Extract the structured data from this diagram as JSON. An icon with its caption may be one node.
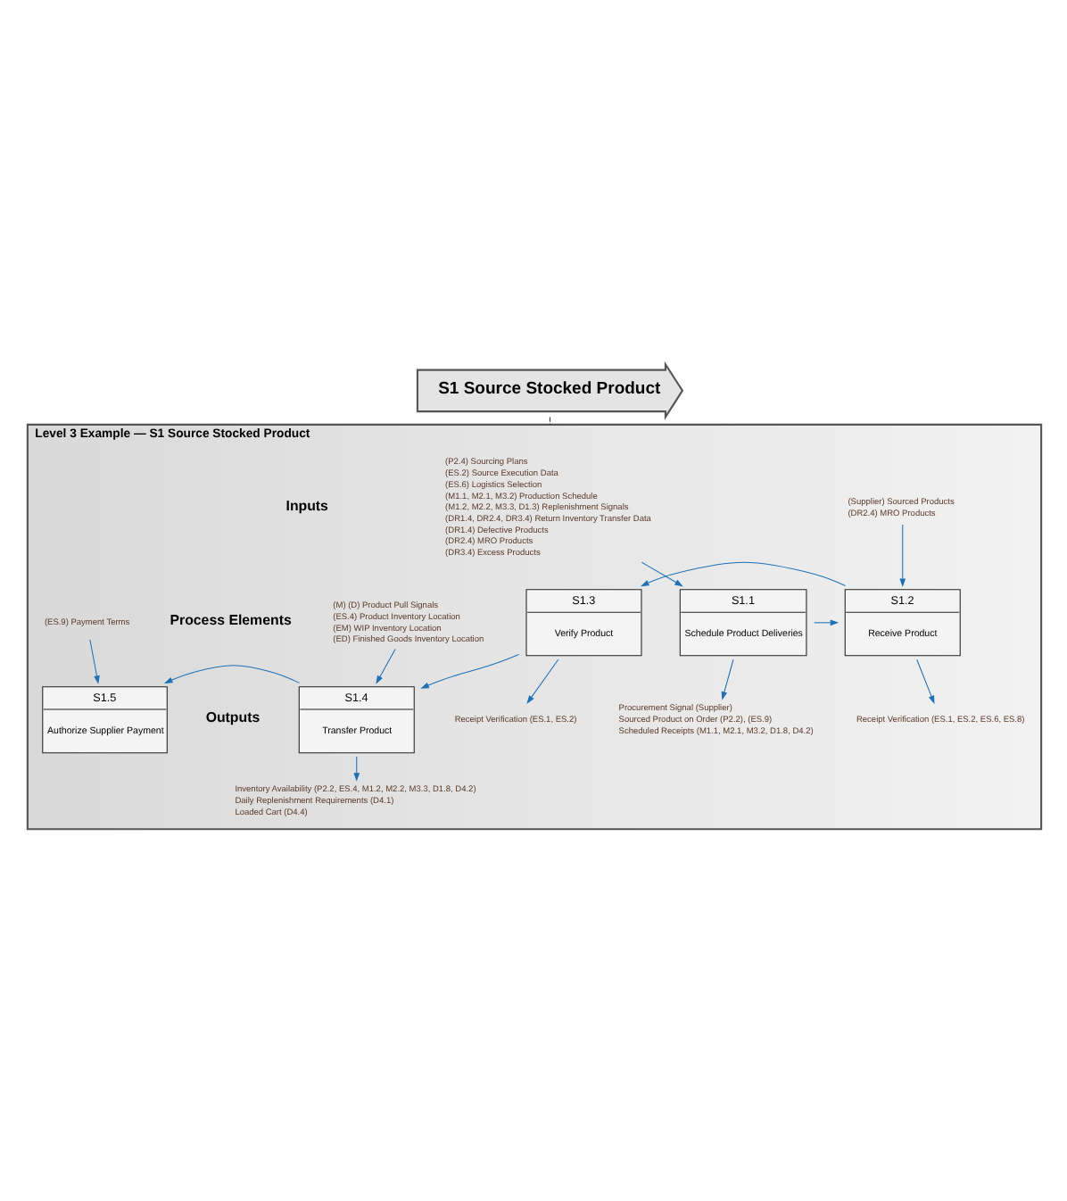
{
  "diagram": {
    "nodes": [
      {
        "text": [
          "S1 Source Stocked Product"
        ]
      },
      {
        "text": [
          "Level 3 Example — S1 Source Stocked Product"
        ]
      },
      {
        "text": [
          "(P2.4) Sourcing Plans",
          "(ES.2) Source Execution Data",
          "(ES.6) Logistics Selection",
          "(M1.1, M2.1, M3.2) Production Schedule",
          "(M1.2, M2.2, M3.3, D1.3) Replenishment Signals",
          "(DR1.4, DR2.4, DR3.4) Return Inventory Transfer Data",
          "(DR1.4) Defective Products",
          "(DR2.4) MRO Products",
          "(DR3.4) Excess Products"
        ],
        "in": 1
      },
      {
        "text": [
          "(Supplier) Sourced Products",
          "(DR2.4) MRO Products"
        ],
        "in": 1
      },
      {
        "text": [
          "S1.1",
          "Schedule Product Deliveries"
        ],
        "in": 1
      },
      {
        "text": [
          "S1.2",
          "Receive Product"
        ],
        "in": 1
      },
      {
        "text": [
          "S1.3",
          "Verify Product"
        ],
        "in": 1
      },
      {
        "text": [
          "Procurement Signal (Supplier)",
          "Sourced Product on Order (P2.2), (ES.9)",
          "Scheduled Receipts (M1.1, M2.1, M3.2, D1.8, D4.2)"
        ],
        "in": 1
      },
      {
        "text": [
          "Receipt Verification (ES.1, ES.2, ES.6, ES.8)"
        ],
        "in": 1
      },
      {
        "text": [
          "Receipt Verification (ES.1, ES.2)"
        ],
        "in": 1
      },
      {
        "text": [
          "(M) (D) Product Pull Signals",
          "(ES.4) Product Inventory Location",
          "(EM) WIP Inventory Location",
          "(ED) Finished Goods Inventory Location"
        ],
        "in": 1
      },
      {
        "text": [
          "(ES.9) Payment Terms"
        ],
        "in": 1
      },
      {
        "text": [
          "S1.4",
          "Transfer Product"
        ],
        "in": 1
      },
      {
        "text": [
          "S1.5",
          "Authorize Supplier Payment"
        ],
        "in": 1
      },
      {
        "text": [
          "Inventory Availability (P2.2, ES.4, M1.2, M2.2, M3.3, D1.8, D4.2)",
          "Daily Replenishment Requirements (D4.1)",
          "Loaded Cart (D4.4)"
        ],
        "in": 1
      }
    ],
    "edges": [
      {
        "from": 0,
        "to": 1,
        "arrow": "none",
        "style": "dashed",
        "color": "#333333"
      },
      {
        "from": 2,
        "to": 4,
        "arrow": "to"
      },
      {
        "from": 3,
        "to": 5,
        "arrow": "to"
      },
      {
        "from": 4,
        "to": 5,
        "arrow": "to"
      },
      {
        "from": 5,
        "to": 6,
        "arrow": "to"
      },
      {
        "from": 4,
        "to": 7,
        "arrow": "to"
      },
      {
        "from": 5,
        "to": 8,
        "arrow": "to"
      },
      {
        "from": 6,
        "to": 9,
        "arrow": "to"
      },
      {
        "from": 6,
        "to": 12,
        "arrow": "to"
      },
      {
        "from": 10,
        "to": 12,
        "arrow": "to"
      },
      {
        "from": 11,
        "to": 13,
        "arrow": "to"
      },
      {
        "from": 12,
        "to": 13,
        "arrow": "to"
      },
      {
        "from": 12,
        "to": 14,
        "arrow": "to"
      }
    ],
    "labels": [
      "Inputs",
      "Process Elements",
      "Outputs"
    ]
  }
}
